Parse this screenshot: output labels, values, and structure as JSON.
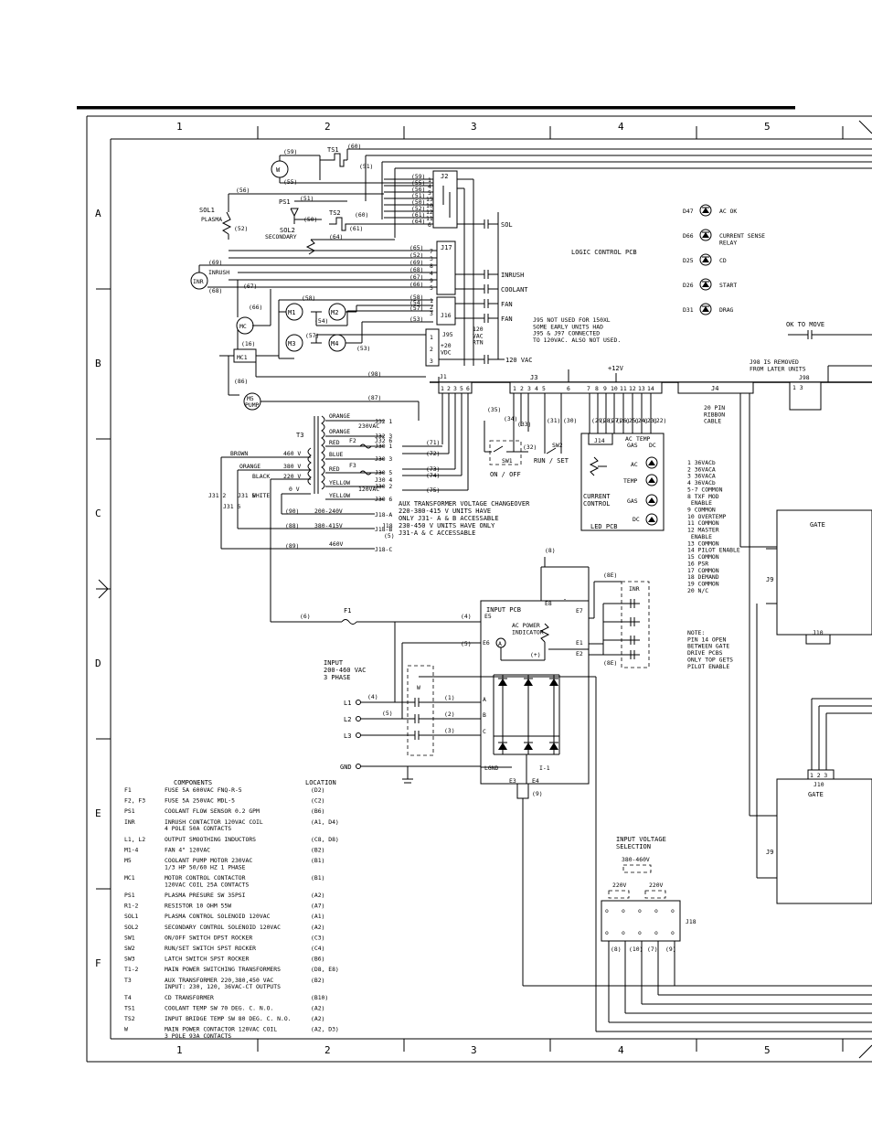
{
  "grid": {
    "columns": [
      "1",
      "2",
      "3",
      "4",
      "5"
    ],
    "rows": [
      "A",
      "B",
      "C",
      "D",
      "E",
      "F"
    ]
  },
  "boards": {
    "logic": "LOGIC CONTROL PCB",
    "led": "LED PCB",
    "input": "INPUT PCB",
    "gate_top": "GATE",
    "gate_bottom": "GATE"
  },
  "components": {
    "sol1": "SOL1",
    "plasma": "PLASMA",
    "ps1": "PS1",
    "sol2": "SOL2",
    "secondary": "SECONDARY",
    "ts1": "TS1",
    "ts2": "TS2",
    "w": "W",
    "inr": "INR",
    "inrush": "INRUSH",
    "mc": "MC",
    "mc1": "MC1",
    "m1": "M1",
    "m2": "M2",
    "m3": "M3",
    "m4": "M4",
    "m5": "M5",
    "pump": "PUMP",
    "t3": "T3",
    "f1": "F1",
    "f2": "F2",
    "f3": "F3",
    "sw1": "SW1",
    "sw2": "SW2",
    "on_off": "ON / OFF",
    "run_set": "RUN / SET"
  },
  "wires": {
    "n60": "(60)",
    "n59": "(59)",
    "n55": "(55)",
    "n51": "(51)",
    "n56": "(56)",
    "n52": "(52)",
    "n50": "(50)",
    "n61": "(61)",
    "n64": "(64)",
    "n69": "(69)",
    "n68": "(68)",
    "n67": "(67)",
    "n66": "(66)",
    "n58": "(58)",
    "n54": "(54)",
    "n57": "(57)",
    "n53": "(53)",
    "n16": "(16)",
    "n86": "(86)",
    "n98": "(98)",
    "n87": "(87)",
    "n71": "(71)",
    "n72": "(72)",
    "n73": "(73)",
    "n74": "(74)",
    "n75": "(75)",
    "n35": "(35)",
    "n34": "(34)",
    "n33": "(33)",
    "n32": "(32)",
    "n31": "(31)",
    "n30": "(30)",
    "n29": "(29)",
    "n28": "(28)",
    "n27": "(27)",
    "n26": "(26)",
    "n25": "(25)",
    "n24": "(24)",
    "n23": "(23)",
    "n22": "(22)",
    "n90": "(90)",
    "n88": "(88)",
    "n89": "(89)",
    "n6": "(6)",
    "n4": "(4)",
    "n5": "(5)",
    "n8": "(8)",
    "n1": "(1)",
    "n2": "(2)",
    "n3": "(3)",
    "n7": "(7)",
    "n9": "(9)",
    "n8e": "(8E)"
  },
  "j2_pins": [
    "1",
    "4",
    "5",
    "15",
    "10",
    "12",
    "11",
    "6"
  ],
  "j17_pins": [
    "7",
    "3",
    "8",
    "4",
    "9",
    "5"
  ],
  "j16_pins": [
    "1",
    "2",
    "3"
  ],
  "j95_pins": [
    "1",
    "2",
    "3"
  ],
  "j3_pins": [
    "1",
    "2",
    "3",
    "4",
    "5",
    "6",
    "7",
    "8",
    "9",
    "10",
    "11",
    "12",
    "13",
    "14"
  ],
  "j1_pins": [
    "1",
    "2",
    "3",
    "5",
    "6"
  ],
  "connectors": {
    "j2": "J2",
    "j17": "J17",
    "j16": "J16",
    "j95": "J95",
    "j1": "J1",
    "j3": "J3",
    "j4": "J4",
    "j98": "J98",
    "j14": "J14",
    "j18": "J18",
    "j18_a": "J18-A",
    "j18_b": "J18-B",
    "j18_c": "J18-C",
    "j32_1": "J32 1",
    "j32_3": "J32 3",
    "j32_6": "J32 6",
    "j30_1": "J30 1",
    "j30_3": "J30 3",
    "j30_4": "J30 4",
    "j30_5": "J30 5",
    "j30_2": "J30 2",
    "j30_6": "J30 6",
    "j31_2": "J31 2",
    "j31_5": "J31 5",
    "j31_6": "J31 6",
    "j9": "J9",
    "j10": "J10",
    "j10b": "J10",
    "j10b_pins": "1 2 3",
    "j98_pins": "1      3"
  },
  "labels": {
    "sol": "SOL",
    "inrush": "INRUSH",
    "coolant": "COOLANT",
    "fan": "FAN",
    "v120_vac_rtn": "120\nVAC\nRTN",
    "plus20_vdc": "+20\nVDC",
    "v120vac": "120 VAC",
    "plus12v": "+12V",
    "ok_to_move": "OK TO MOVE",
    "j98_note": "J98 IS REMOVED\nFROM LATER UNITS",
    "j95_note": "J95 NOT USED FOR 150XL\nSOME EARLY UNITS HAD\nJ95 & J97 CONNECTED\nTO 120VAC. ALSO NOT USED.",
    "ribbon": "20 PIN\nRIBBON\nCABLE",
    "orange": "ORANGE",
    "v230vac": "230VAC",
    "red": "RED",
    "blue": "BLUE",
    "yellow": "YELLOW",
    "v120vac_small": "120VAC",
    "brown": "BROWN",
    "white": "WHITE",
    "black": "BLACK",
    "v460": "460 V",
    "v380": "380 V",
    "v220": "220 V",
    "v0": "0 V",
    "v200_240": "200-240V",
    "v380_415": "380-415V",
    "v460b": "460V",
    "aux_note": "AUX TRANSFORMER VOLTAGE CHANGEOVER\n220-380-415 V UNITS HAVE\nONLY J31- A & B ACCESSABLE\n230-450 V UNITS HAVE ONLY\nJ31-A & C ACCESSABLE",
    "current_control": "CURRENT\nCONTROL",
    "ac": "AC",
    "gas": "GAS",
    "temp": "TEMP",
    "dc": "DC",
    "ac_power": "AC POWER\nINDICATOR",
    "input_note": "INPUT\n200-460 VAC\n3 PHASE",
    "l1": "L1",
    "l2": "L2",
    "l3": "L3",
    "gnd": "GND",
    "lgnd": "LGND",
    "i1": "I-1",
    "e1": "E1",
    "e2": "E2",
    "e3": "E3",
    "e4": "E4",
    "e5": "E5",
    "e6": "E6",
    "e7": "E7",
    "e8": "E8",
    "a": "A",
    "b": "B",
    "c": "C",
    "plus": "(+)",
    "minus": "(-)",
    "input_voltage": "INPUT VOLTAGE\nSELECTION",
    "v380_460": "380-460V",
    "v220v": "220V",
    "pin14_note": "NOTE:\nPIN 14 OPEN\nBETWEEN GATE\nDRIVE PCBS\nONLY TOP GETS\nPILOT ENABLE"
  },
  "leds": [
    {
      "ref": "D47",
      "label": "AC OK"
    },
    {
      "ref": "D66",
      "label": "CURRENT SENSE\nRELAY"
    },
    {
      "ref": "D25",
      "label": "CD"
    },
    {
      "ref": "D26",
      "label": "START"
    },
    {
      "ref": "D31",
      "label": "DRAG"
    }
  ],
  "j4_pinout": [
    "1   36VACb",
    "2   36VACA",
    "3   36VACA",
    "4   36VACb",
    "5-7  COMMON",
    "8   TXF MOD",
    "     ENABLE",
    "9   COMMON",
    "10 OVERTEMP",
    "11  COMMON",
    "12  MASTER",
    "     ENABLE",
    "13  COMMON",
    "14  PILOT ENABLE",
    "15  COMMON",
    "16  PSR",
    "17  COMMON",
    "18  DEMAND",
    "19  COMMON",
    "20  N/C"
  ],
  "legend": {
    "header_components": "COMPONENTS",
    "header_location": "LOCATION",
    "rows": [
      {
        "ref": "F1",
        "desc": "FUSE  5A 600VAC FNQ-R-5",
        "loc": "(D2)"
      },
      {
        "ref": "F2, F3",
        "desc": "FUSE  5A 250VAC MDL-5",
        "loc": "(C2)"
      },
      {
        "ref": "PS1",
        "desc": "COOLANT FLOW SENSOR 0.2 GPM",
        "loc": "(B6)"
      },
      {
        "ref": "INR",
        "desc": "INRUSH CONTACTOR 120VAC COIL\n4 POLE 50A CONTACTS",
        "loc": "(A1, D4)"
      },
      {
        "ref": "L1, L2",
        "desc": "OUTPUT SMOOTHING INDUCTORS",
        "loc": "(C8, D8)"
      },
      {
        "ref": "M1-4",
        "desc": "FAN 4\" 120VAC",
        "loc": "(B2)"
      },
      {
        "ref": "M5",
        "desc": "COOLANT PUMP MOTOR 230VAC\n1/3 HP 50/60 HZ 1 PHASE",
        "loc": "(B1)"
      },
      {
        "ref": "MC1",
        "desc": "MOTOR CONTROL CONTACTOR\n120VAC COIL 25A CONTACTS",
        "loc": "(B1)"
      },
      {
        "ref": "PS1",
        "desc": "PLASMA PRESURE SW  35PSI",
        "loc": "(A2)"
      },
      {
        "ref": "R1-2",
        "desc": "RESISTOR 10 OHM 55W",
        "loc": "(A7)"
      },
      {
        "ref": "SOL1",
        "desc": "PLASMA CONTROL SOLENOID 120VAC",
        "loc": "(A1)"
      },
      {
        "ref": "SOL2",
        "desc": "SECONDARY CONTROL SOLENOID 120VAC",
        "loc": "(A2)"
      },
      {
        "ref": "SW1",
        "desc": "ON/OFF SWITCH  DPST ROCKER",
        "loc": "(C3)"
      },
      {
        "ref": "SW2",
        "desc": "RUN/SET SWITCH SPST ROCKER",
        "loc": "(C4)"
      },
      {
        "ref": "SW3",
        "desc": "LATCH SWITCH SPST ROCKER",
        "loc": "(B6)"
      },
      {
        "ref": "T1-2",
        "desc": "MAIN POWER SWITCHING TRANSFORMERS",
        "loc": "(D8, E8)"
      },
      {
        "ref": "T3",
        "desc": "AUX TRANSFORMER 220,380,450 VAC\nINPUT: 230, 120, 36VAC-CT OUTPUTS",
        "loc": "(B2)"
      },
      {
        "ref": "T4",
        "desc": "CD TRANSFORMER",
        "loc": "(B10)"
      },
      {
        "ref": "TS1",
        "desc": "COOLANT TEMP SW 70 DEG. C. N.O.",
        "loc": "(A2)"
      },
      {
        "ref": "TS2",
        "desc": "INPUT BRIDGE TEMP SW 80 DEG. C. N.O.",
        "loc": "(A2)"
      },
      {
        "ref": "W",
        "desc": "MAIN POWER CONTACTOR 120VAC COIL\n3 POLE 93A CONTACTS",
        "loc": "(A2, D3)"
      }
    ]
  }
}
